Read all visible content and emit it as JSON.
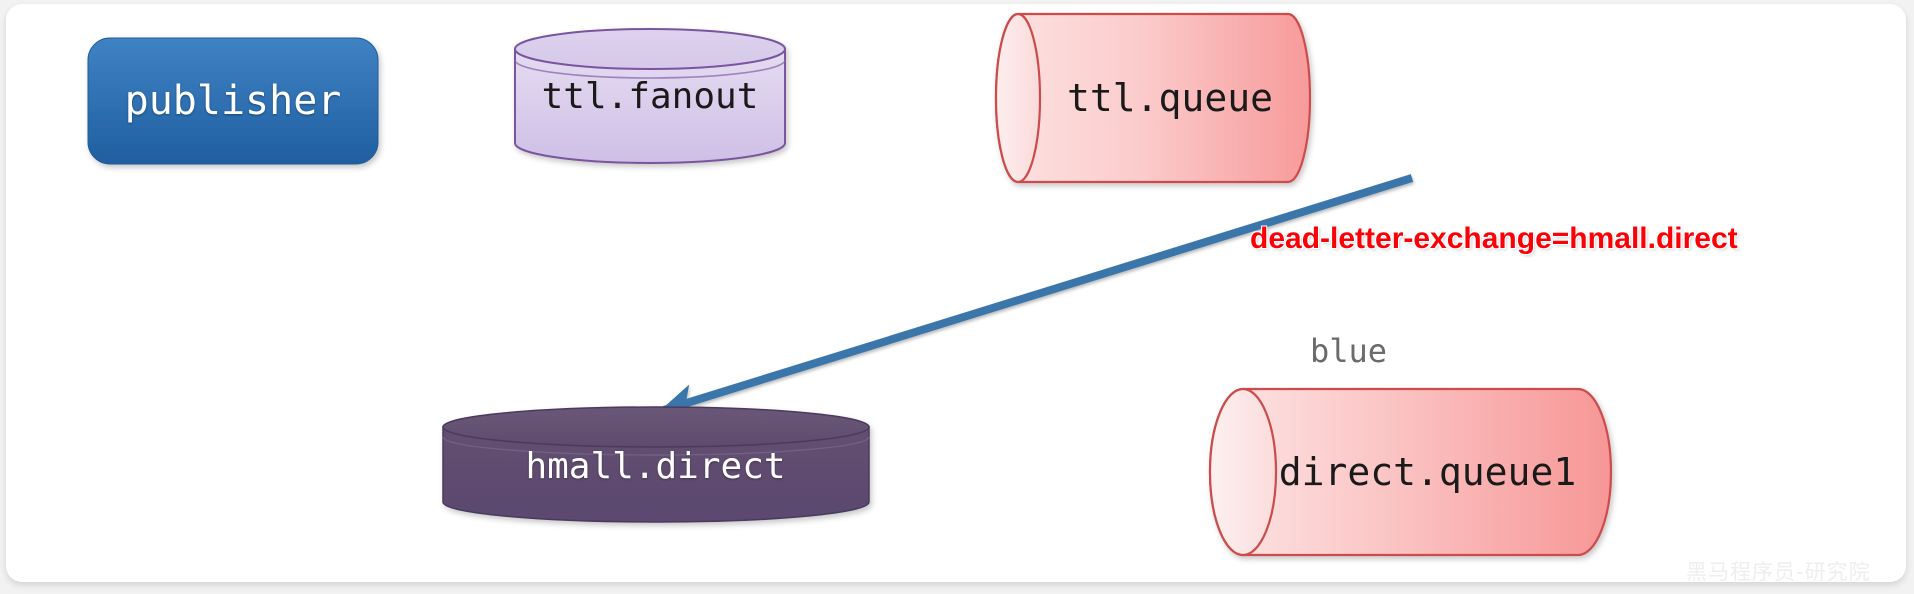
{
  "diagram": {
    "title": "RabbitMQ TTL dead letter exchange flow",
    "background_color": "#f2f2f2",
    "board_color": "#ffffff",
    "nodes": [
      {
        "id": "publisher",
        "label": "publisher",
        "shape": "rounded-rectangle",
        "fill": "#2e74b5",
        "text_color": "#ffffff"
      },
      {
        "id": "ttl-fanout",
        "label": "ttl.fanout",
        "shape": "cylinder-vertical",
        "fill": "#d9cdeb",
        "stroke": "#7a559e",
        "text_color": "#1a1a1a"
      },
      {
        "id": "ttl-queue",
        "label": "ttl.queue",
        "shape": "cylinder-horizontal",
        "fill": "#f9c4c4",
        "stroke": "#cc4b4b",
        "text_color": "#1a1a1a"
      },
      {
        "id": "hmall-direct",
        "label": "hmall.direct",
        "shape": "cylinder-vertical",
        "fill": "#5f4b77",
        "stroke": "#4a3a5c",
        "text_color": "#ffffff"
      },
      {
        "id": "direct-queue1",
        "label": "direct.queue1",
        "shape": "cylinder-horizontal",
        "fill": "#f9b8b8",
        "stroke": "#cc4b4b",
        "text_color": "#1a1a1a"
      }
    ],
    "edges": [
      {
        "id": "publisher-to-fanout",
        "from": "publisher",
        "to": "ttl-fanout",
        "color": "#3b76ab"
      },
      {
        "id": "fanout-to-ttlqueue",
        "from": "ttl-fanout",
        "to": "ttl-queue",
        "color": "#3b76ab"
      },
      {
        "id": "ttlqueue-to-hmalldirect",
        "from": "ttl-queue",
        "to": "hmall-direct",
        "color": "#3b76ab"
      },
      {
        "id": "hmalldirect-to-directqueue1",
        "from": "hmall-direct",
        "to": "direct-queue1",
        "color": "#3b76ab"
      }
    ],
    "annotations": [
      {
        "id": "dead-letter-exchange",
        "text": "dead-letter-exchange=hmall.direct",
        "color": "#fb0007"
      },
      {
        "id": "routing-key-blue",
        "text": "blue",
        "color": "#6b6b6b"
      }
    ],
    "watermark": "黑马程序员-研究院"
  }
}
